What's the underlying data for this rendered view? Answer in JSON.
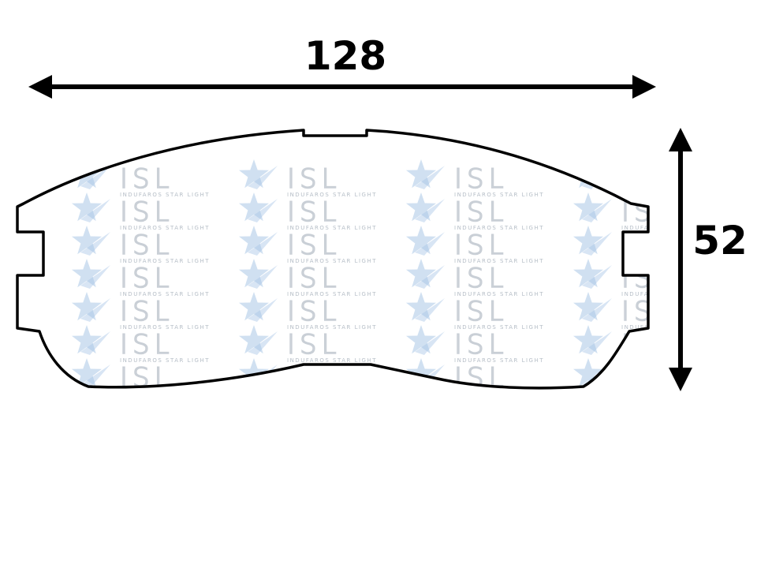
{
  "dimensions": {
    "width_label": "128",
    "height_label": "52"
  },
  "watermark": {
    "logo_text": "ISL",
    "tagline": "INDUFAROS STAR LIGHT",
    "icon": "star-logo-icon",
    "star_color": "#a9c6e6"
  },
  "colors": {
    "outline": "#000000",
    "watermark_text": "#c9cfd6"
  }
}
